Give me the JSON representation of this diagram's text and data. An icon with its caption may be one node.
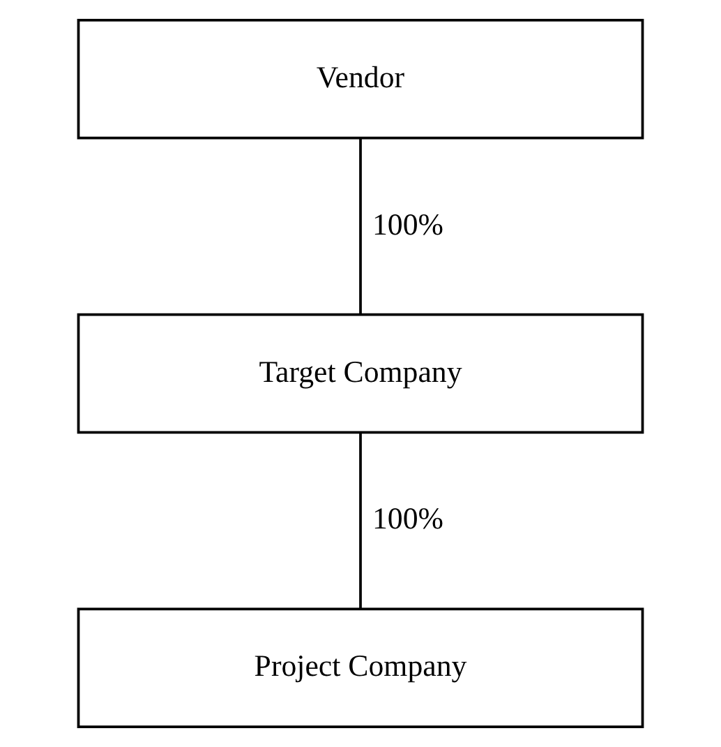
{
  "diagram": {
    "nodes": [
      {
        "text": [
          "Vendor"
        ]
      },
      {
        "text": [
          "Target Company"
        ]
      },
      {
        "text": [
          "Project Company"
        ]
      }
    ],
    "edges": [
      {
        "from": 0,
        "to": 1,
        "arrow": "none",
        "label": "100%"
      },
      {
        "from": 1,
        "to": 2,
        "arrow": "none",
        "label": "100%"
      }
    ]
  }
}
